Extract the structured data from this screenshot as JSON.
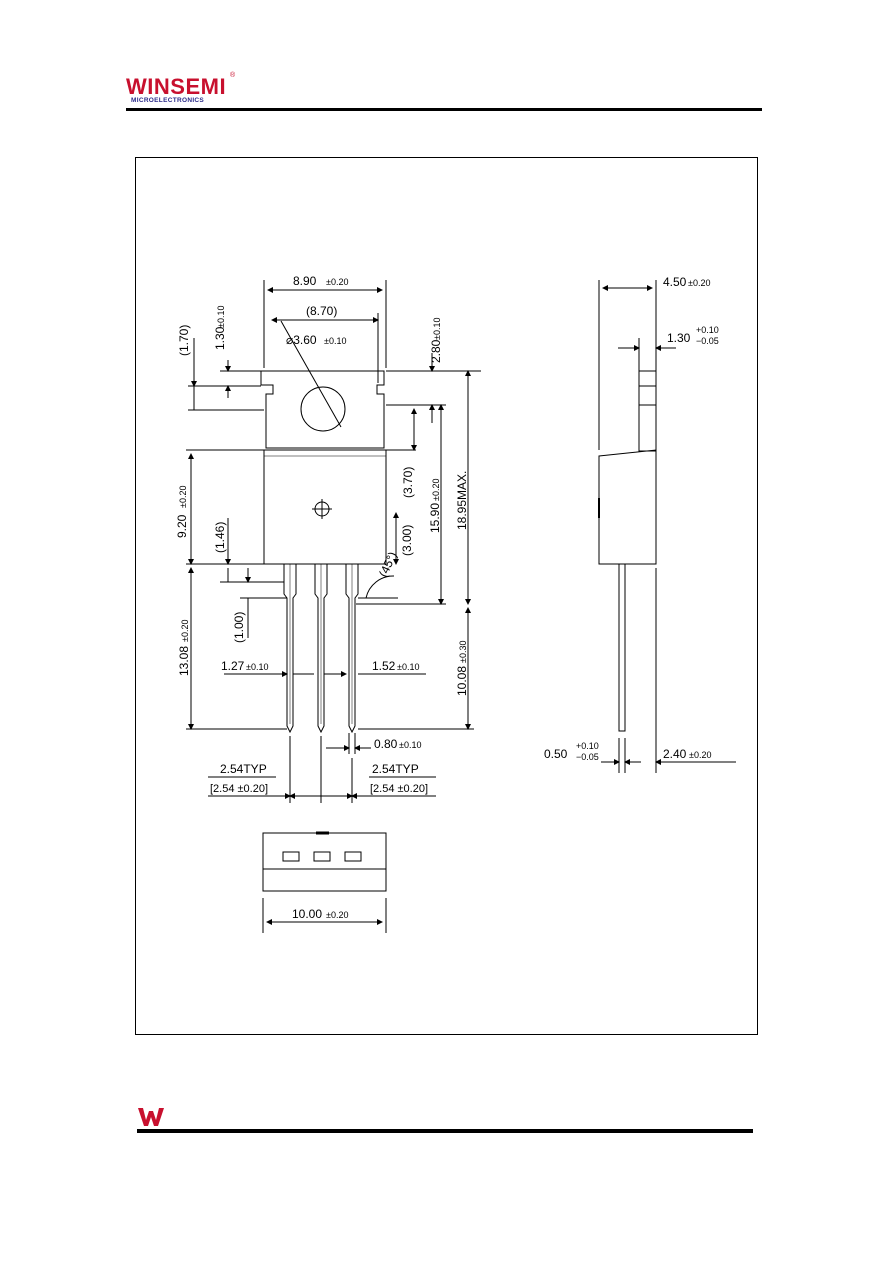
{
  "header": {
    "logo_text": "WINSEMI",
    "logo_sub": "MICROELECTRONICS",
    "logo_tm": "®"
  },
  "colors": {
    "brand_red": "#c8102e",
    "brand_blue": "#2b2b8a",
    "line": "#000000"
  },
  "drawing": {
    "front": {
      "width_total": "8.90",
      "width_total_tol": "±0.20",
      "width_inner": "(8.70)",
      "hole_dia": "⌀3.60",
      "hole_dia_tol": "±0.10",
      "tab_top_ref": "(1.70)",
      "tab_notch": "1.30",
      "tab_notch_tol": "±0.10",
      "hole_top": "2.80",
      "hole_top_tol": "±0.10",
      "hole_body_ref": "(3.70)",
      "body_to_leads": "15.90",
      "body_to_leads_tol": "±0.20",
      "overall_max": "18.95MAX.",
      "body_height": "9.20",
      "body_height_tol": "±0.20",
      "lead_ref_146": "(1.46)",
      "lead_ref_300": "(3.00)",
      "angle": "(45°)",
      "lead_ref_100": "(1.00)",
      "lead_length": "13.08",
      "lead_length_tol": "±0.20",
      "lead_length2": "10.08",
      "lead_length2_tol": "±0.30",
      "lead_w1": "1.27",
      "lead_w1_tol": "±0.10",
      "lead_w2": "1.52",
      "lead_w2_tol": "±0.10",
      "lead_thick": "0.80",
      "lead_thick_tol": "±0.10",
      "pitch_left": "2.54TYP",
      "pitch_left_b": "[2.54 ±0.20]",
      "pitch_right": "2.54TYP",
      "pitch_right_b": "[2.54 ±0.20]"
    },
    "bottom": {
      "width": "10.00",
      "width_tol": "±0.20"
    },
    "side": {
      "thick": "4.50",
      "thick_tol": "±0.20",
      "tab_thick": "1.30",
      "tab_tol_plus": "+0.10",
      "tab_tol_minus": "−0.05",
      "lead_thick": "0.50",
      "lead_tol_plus": "+0.10",
      "lead_tol_minus": "−0.05",
      "lead_offset": "2.40",
      "lead_offset_tol": "±0.20"
    }
  }
}
